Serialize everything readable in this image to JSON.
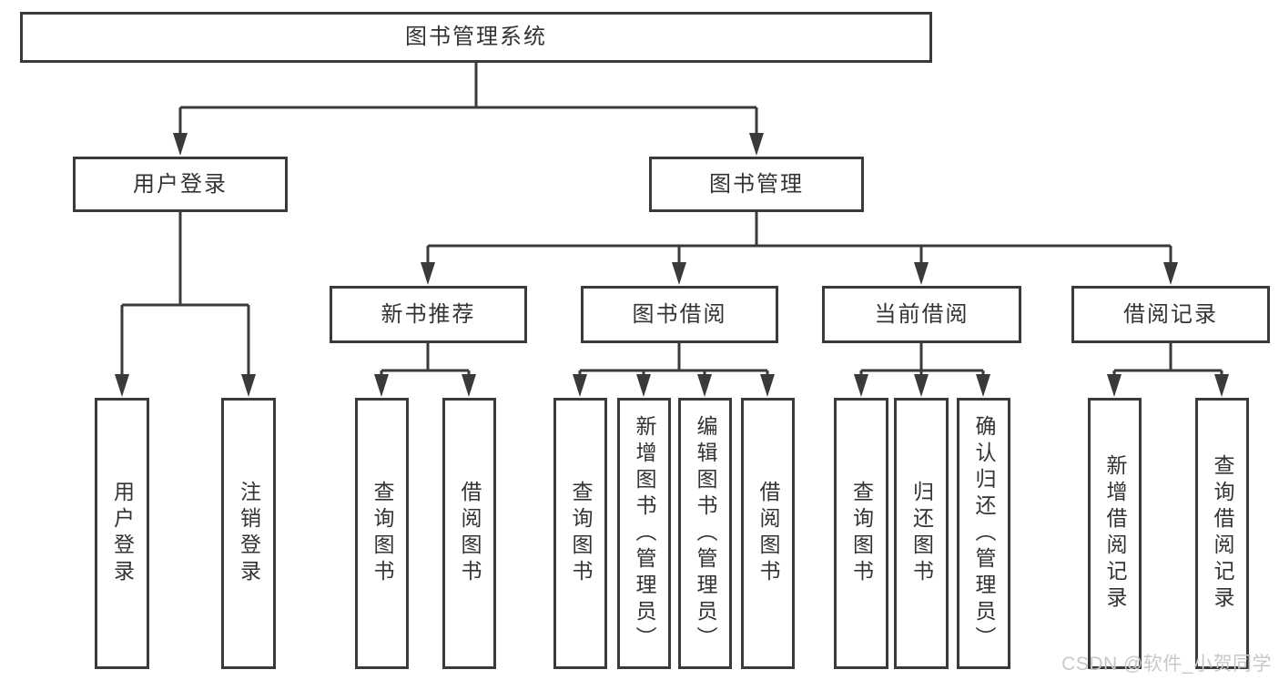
{
  "colors": {
    "line": "#3a3a3a",
    "text": "#333333",
    "node_background": "#ffffff",
    "page_background": "#ffffff",
    "watermark": "#c8c8c8"
  },
  "tree": {
    "root": {
      "label": "图书管理系统"
    },
    "children": [
      {
        "label": "用户登录",
        "children": [
          {
            "label": "用户登录"
          },
          {
            "label": "注销登录"
          }
        ]
      },
      {
        "label": "图书管理",
        "children": [
          {
            "label": "新书推荐",
            "children": [
              {
                "label": "查询图书"
              },
              {
                "label": "借阅图书"
              }
            ]
          },
          {
            "label": "图书借阅",
            "children": [
              {
                "label": "查询图书"
              },
              {
                "label": "新增图书（管理员）"
              },
              {
                "label": "编辑图书（管理员）"
              },
              {
                "label": "借阅图书"
              }
            ]
          },
          {
            "label": "当前借阅",
            "children": [
              {
                "label": "查询图书"
              },
              {
                "label": "归还图书"
              },
              {
                "label": "确认归还（管理员）"
              }
            ]
          },
          {
            "label": "借阅记录",
            "children": [
              {
                "label": "新增借阅记录"
              },
              {
                "label": "查询借阅记录"
              }
            ]
          }
        ]
      }
    ]
  },
  "watermark": {
    "text": "CSDN @软件_小贺同学"
  }
}
